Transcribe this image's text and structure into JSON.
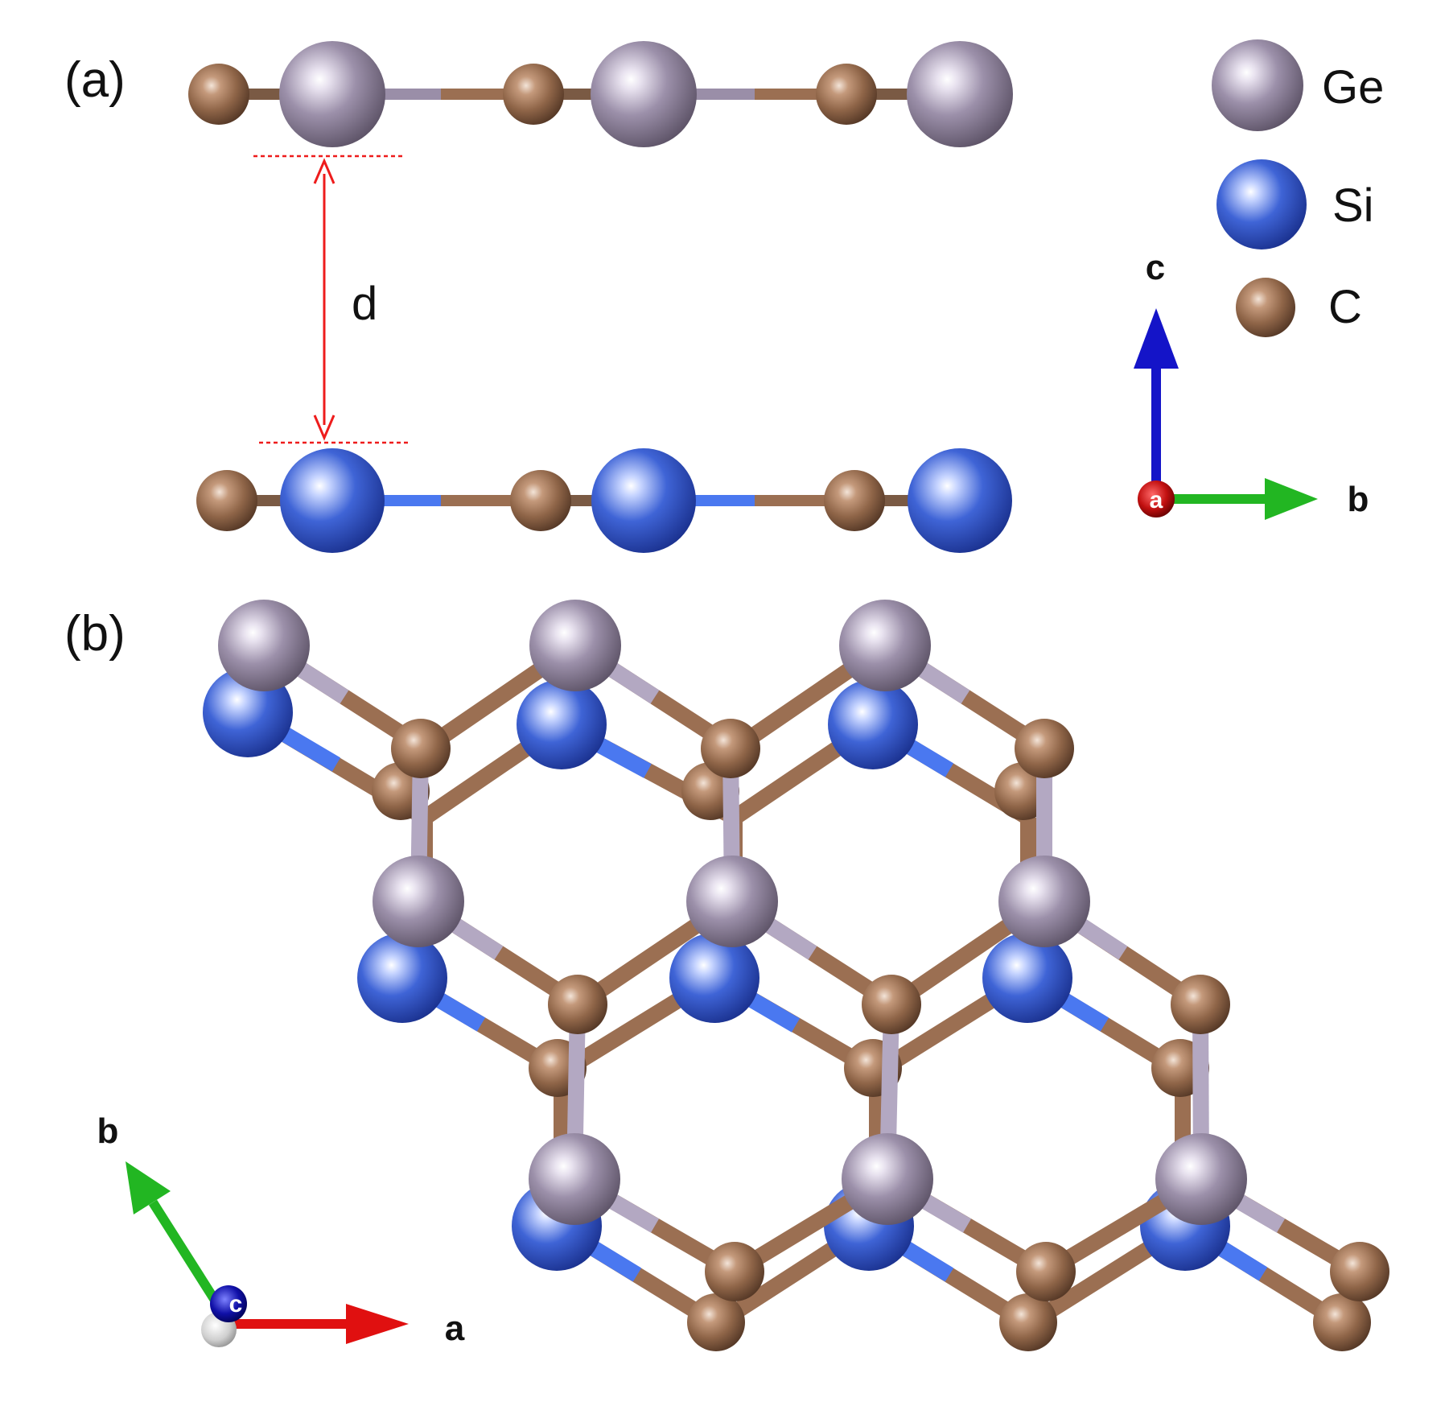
{
  "panels": {
    "a": {
      "label": "(a)"
    },
    "b": {
      "label": "(b)"
    }
  },
  "interlayer": {
    "label": "d"
  },
  "legend": [
    {
      "element": "Ge",
      "label": "Ge",
      "color": "#9a8ea8"
    },
    {
      "element": "Si",
      "label": "Si",
      "color": "#3f64d6"
    },
    {
      "element": "C",
      "label": "C",
      "color": "#9b6f52"
    }
  ],
  "axes_a": {
    "vertical": "c",
    "horizontal": "b",
    "origin": "a"
  },
  "axes_b": {
    "diagonal": "b",
    "horizontal": "a",
    "origin": "c"
  },
  "colors": {
    "ge": "#9a8ea8",
    "si": "#3f64d6",
    "c": "#9b6f52",
    "dimension_line": "#ee1c1c",
    "axis_red": "#e01010",
    "axis_green": "#22b622",
    "axis_blue": "#1414c8"
  }
}
